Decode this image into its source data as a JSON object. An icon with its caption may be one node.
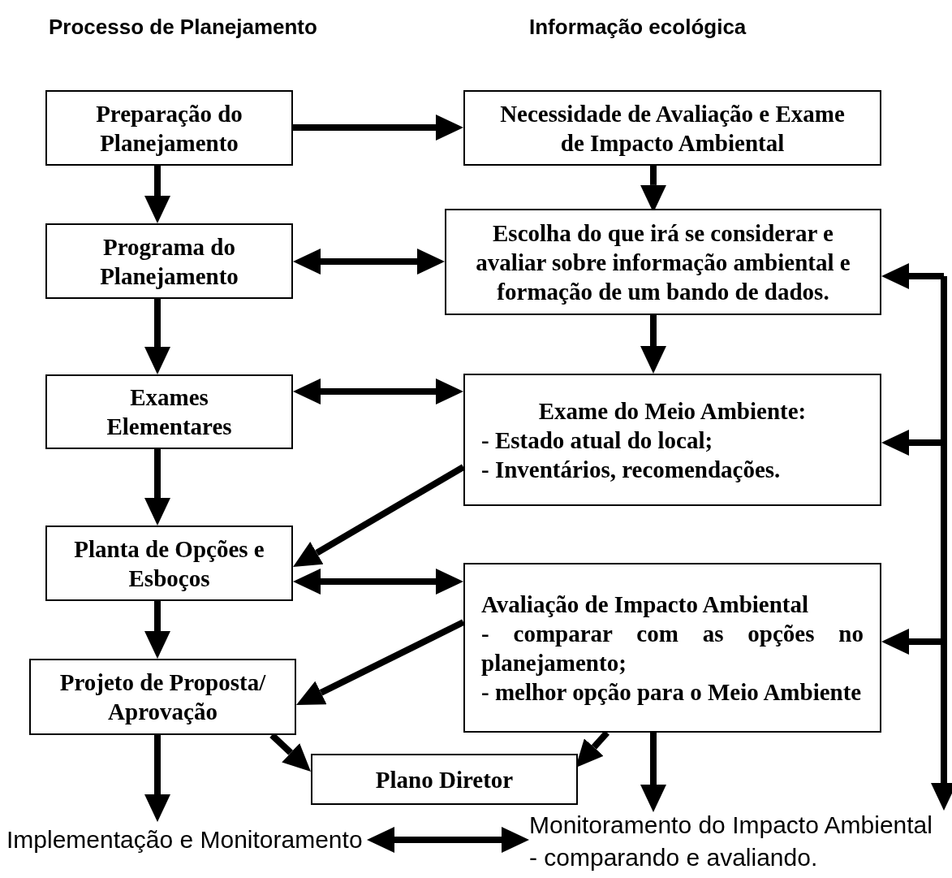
{
  "diagram": {
    "nodes": [
      {
        "text": [
          "Preparação do Planejamento"
        ]
      },
      {
        "text": [
          "Necessidade de Avaliação e Exame de Impacto Ambiental"
        ]
      },
      {
        "text": [
          "Programa do Planejamento"
        ]
      },
      {
        "text": [
          "Escolha do que irá se considerar e avaliar sobre informação ambiental e formação de um bando de dados."
        ]
      },
      {
        "text": [
          "Exames Elementares"
        ]
      },
      {
        "text": [
          "Exame do Meio Ambiente:",
          "- Estado atual do local;",
          "- Inventários, recomendações."
        ]
      },
      {
        "text": [
          "Planta de Opções e Esboços"
        ]
      },
      {
        "text": [
          "Avaliação de Impacto Ambiental",
          "- comparar com as opções no planejamento;",
          "- melhor opção para o Meio Ambiente"
        ]
      },
      {
        "text": [
          "Projeto de Proposta/ Aprovação"
        ]
      },
      {
        "text": [
          "Plano Diretor"
        ]
      },
      {
        "text": [
          "Implementação e Monitoramento"
        ]
      },
      {
        "text": [
          "Monitoramento do Impacto Ambiental",
          "- comparando e avaliando."
        ]
      }
    ],
    "edges": [
      {
        "from": 0,
        "to": 1,
        "arrow": "to"
      },
      {
        "from": 0,
        "to": 2,
        "arrow": "to"
      },
      {
        "from": 1,
        "to": 3,
        "arrow": "to"
      },
      {
        "from": 2,
        "to": 3,
        "arrow": "both"
      },
      {
        "from": 2,
        "to": 4,
        "arrow": "to"
      },
      {
        "from": 3,
        "to": 5,
        "arrow": "to"
      },
      {
        "from": 4,
        "to": 5,
        "arrow": "both"
      },
      {
        "from": 4,
        "to": 6,
        "arrow": "to"
      },
      {
        "from": 5,
        "to": 6,
        "arrow": "to"
      },
      {
        "from": 6,
        "to": 7,
        "arrow": "both"
      },
      {
        "from": 6,
        "to": 8,
        "arrow": "to"
      },
      {
        "from": 7,
        "to": 8,
        "arrow": "to"
      },
      {
        "from": 8,
        "to": 10,
        "arrow": "to"
      },
      {
        "from": 8,
        "to": 9,
        "arrow": "to"
      },
      {
        "from": 7,
        "to": 9,
        "arrow": "to"
      },
      {
        "from": 7,
        "to": 11,
        "arrow": "to"
      },
      {
        "from": 10,
        "to": 11,
        "arrow": "both"
      },
      {
        "from": null,
        "to": 3,
        "arrow": "to"
      },
      {
        "from": null,
        "to": 5,
        "arrow": "to"
      },
      {
        "from": null,
        "to": 7,
        "arrow": "to"
      },
      {
        "from": null,
        "to": 11,
        "arrow": "to"
      }
    ],
    "labels": [
      "Processo de Planejamento",
      "Informação ecológica"
    ]
  }
}
